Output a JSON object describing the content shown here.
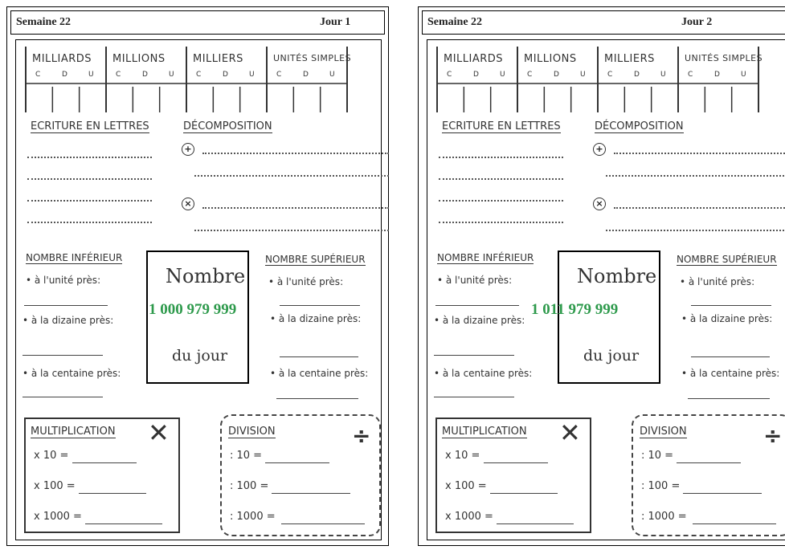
{
  "panels": [
    {
      "semaine": "Semaine 22",
      "jour": "Jour 1",
      "table_headers": [
        "MILLIARDS",
        "MILLIONS",
        "MILLIERS",
        "UNITÉS SIMPLES"
      ],
      "cdu": [
        "C",
        "D",
        "U"
      ],
      "ecriture": "ECRITURE EN LETTRES",
      "decomposition": "DÉCOMPOSITION",
      "nombre_inferieur": "NOMBRE INFÉRIEUR",
      "nombre_superieur": "NOMBRE SUPÉRIEUR",
      "unite": "• à l'unité près:",
      "dizaine": "• à la dizaine près:",
      "centaine": "• à la centaine près:",
      "nombre_title": "Nombre",
      "nombre_value": "1 000 979  999",
      "du_jour": "du jour",
      "multiplication": "MULTIPLICATION",
      "division": "DIVISION",
      "mult_rows": [
        "x 10 =",
        "x 100 =",
        "x 1000 ="
      ],
      "div_rows": [
        ": 10 =",
        ": 100 =",
        ": 1000 ="
      ]
    },
    {
      "semaine": "Semaine 22",
      "jour": "Jour 2",
      "table_headers": [
        "MILLIARDS",
        "MILLIONS",
        "MILLIERS",
        "UNITÉS SIMPLES"
      ],
      "cdu": [
        "C",
        "D",
        "U"
      ],
      "ecriture": "ECRITURE EN LETTRES",
      "decomposition": "DÉCOMPOSITION",
      "nombre_inferieur": "NOMBRE INFÉRIEUR",
      "nombre_superieur": "NOMBRE SUPÉRIEUR",
      "unite": "• à l'unité près:",
      "dizaine": "• à la dizaine près:",
      "centaine": "• à la centaine près:",
      "nombre_title": "Nombre",
      "nombre_value": "1 011 979 999",
      "du_jour": "du jour",
      "multiplication": "MULTIPLICATION",
      "division": "DIVISION",
      "mult_rows": [
        "x 10 =",
        "x 100 =",
        "x 1000 ="
      ],
      "div_rows": [
        ": 10 =",
        ": 100 =",
        ": 1000 ="
      ]
    }
  ]
}
